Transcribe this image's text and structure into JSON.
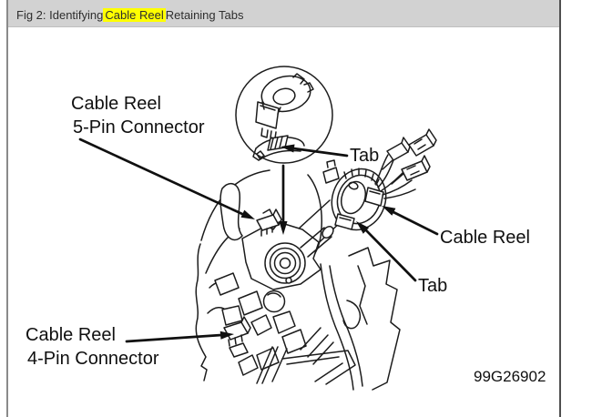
{
  "header": {
    "title_prefix": "Fig 2: Identifying",
    "highlight": "Cable Reel",
    "title_suffix": "Retaining Tabs",
    "bar_color": "#d2d2d2",
    "highlight_color": "#ffff00"
  },
  "figure": {
    "labels": {
      "five_pin_line1": "Cable Reel",
      "five_pin_line2": "5-Pin Connector",
      "tab_upper": "Tab",
      "cable_reel_right": "Cable Reel",
      "tab_lower": "Tab",
      "four_pin_line1": "Cable Reel",
      "four_pin_line2": "4-Pin Connector",
      "figure_code": "99G26902"
    },
    "colors": {
      "line": "#1c1c1c",
      "background": "#ffffff"
    }
  }
}
